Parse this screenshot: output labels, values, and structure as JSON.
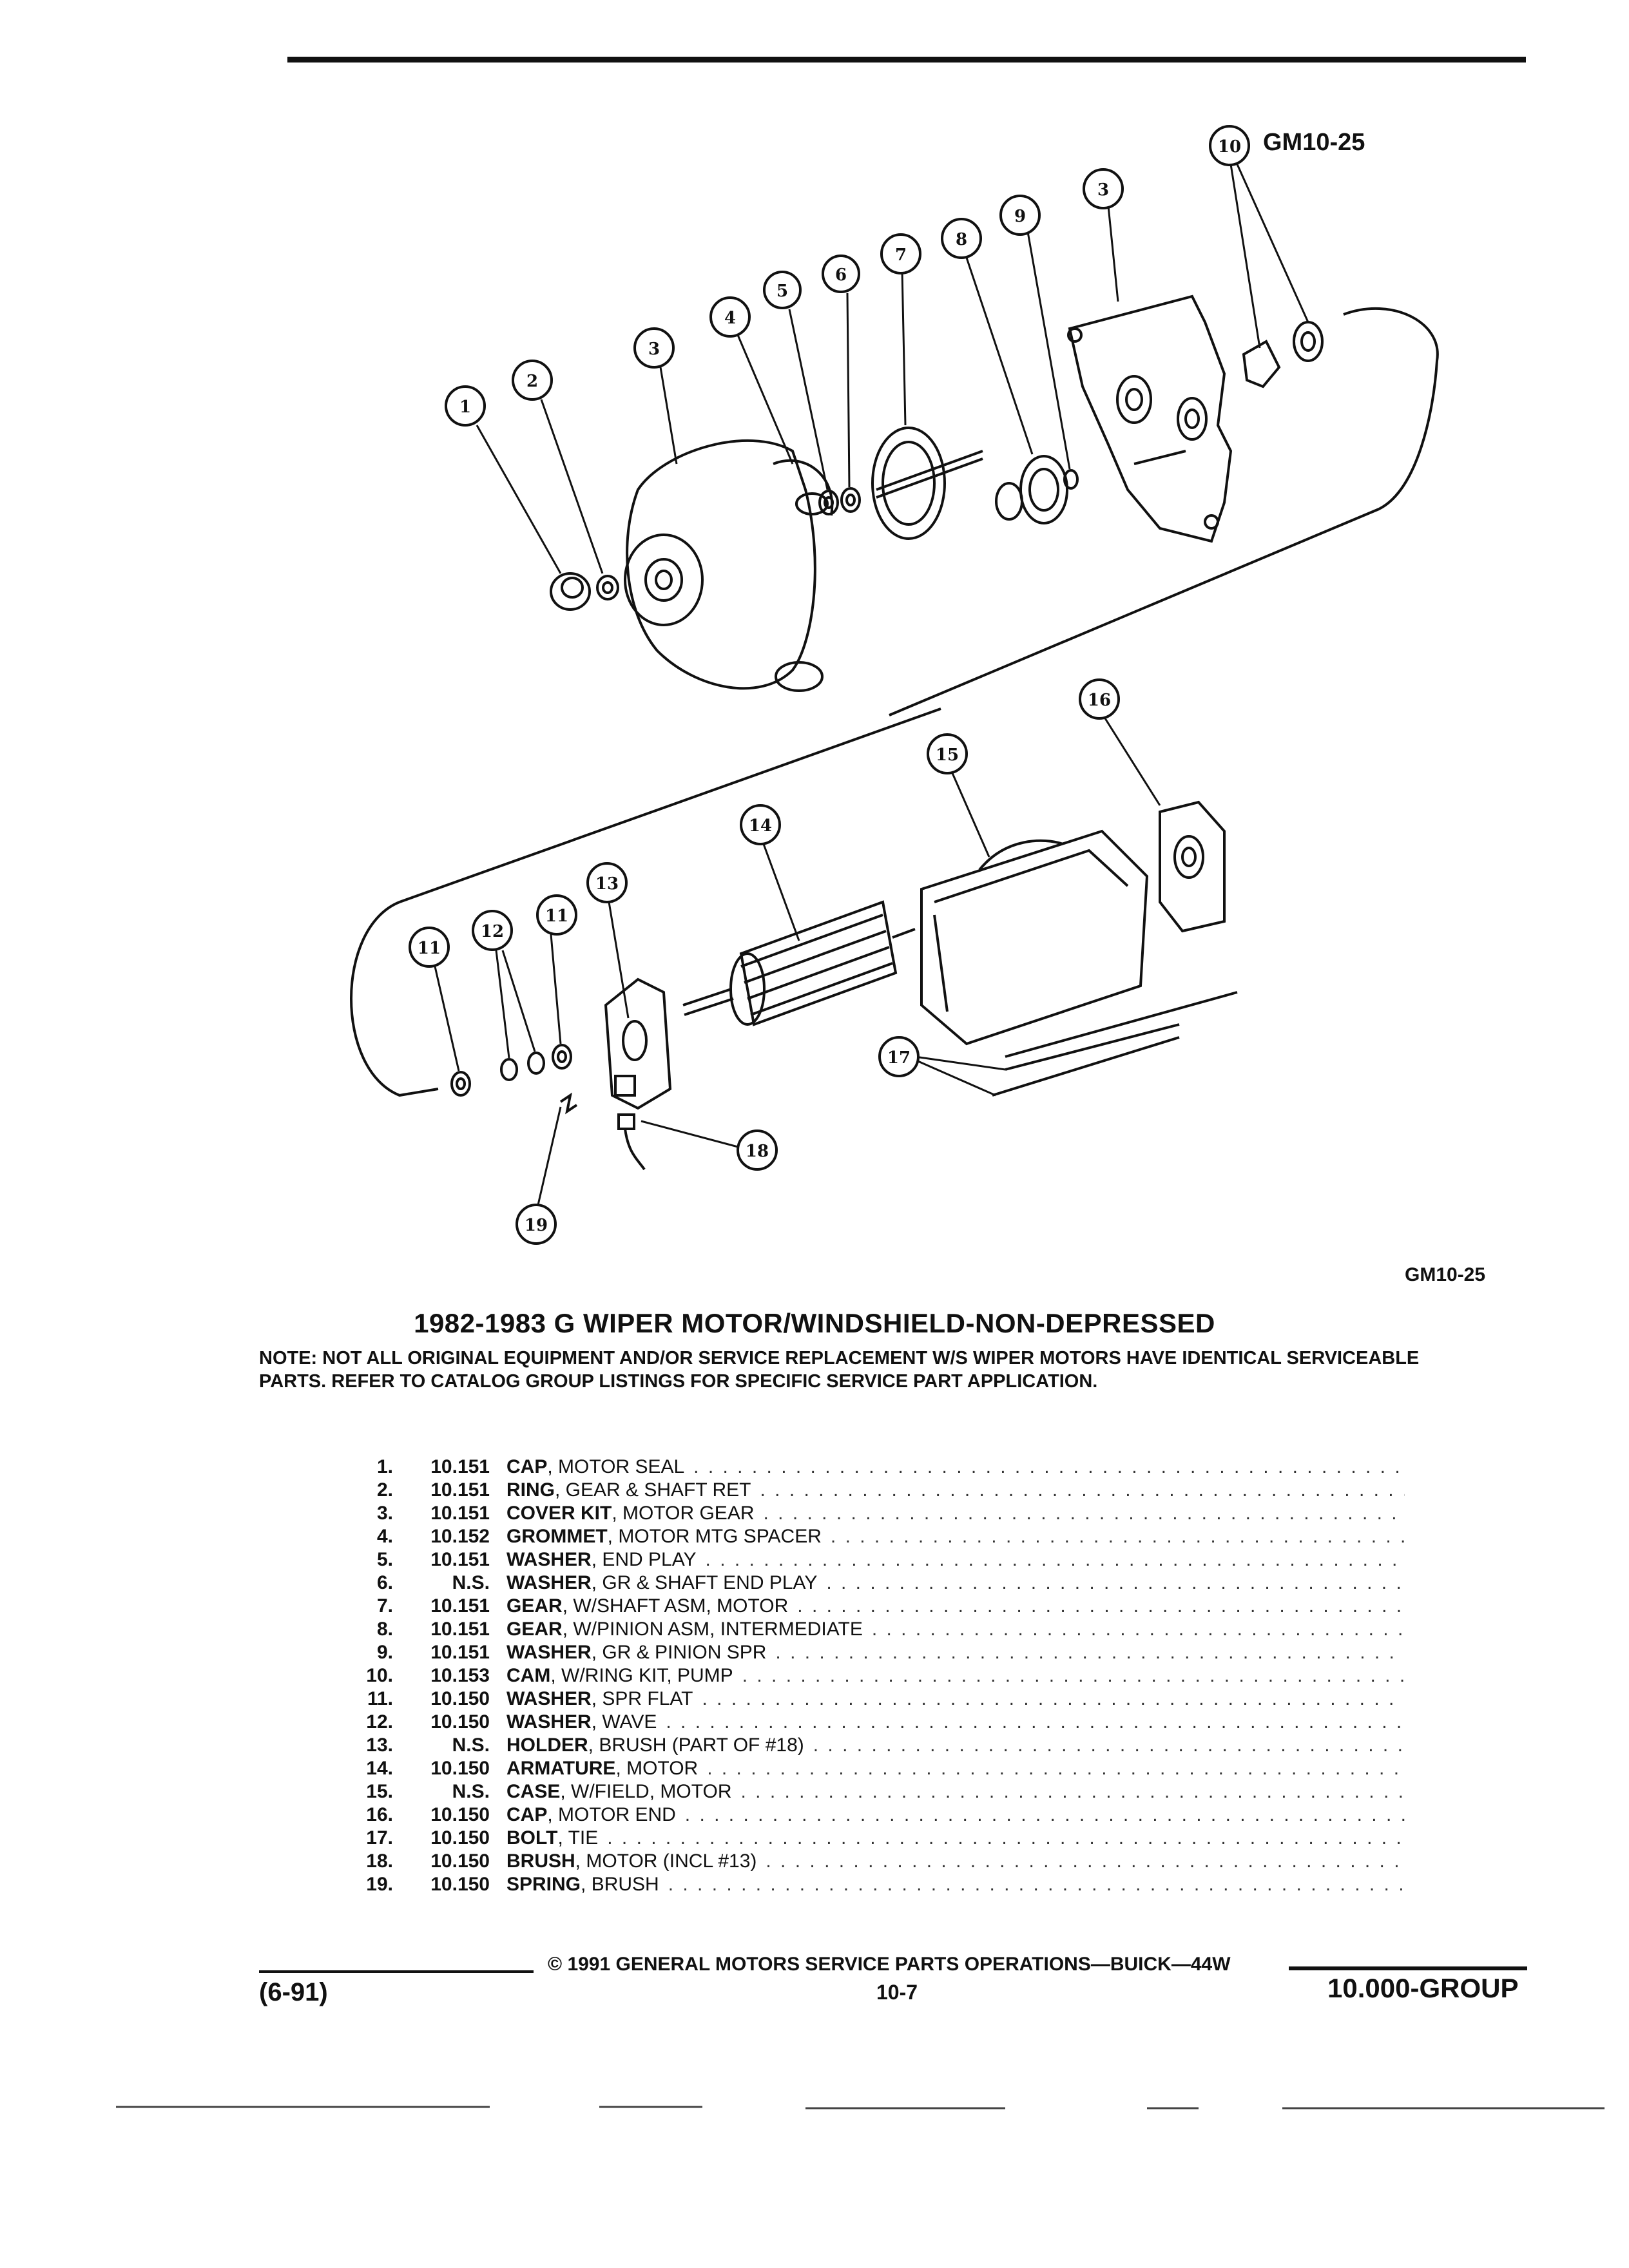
{
  "figure": {
    "code_top": "GM10-25",
    "code_bottom": "GM10-25",
    "callouts": [
      "1",
      "2",
      "3",
      "3",
      "4",
      "5",
      "6",
      "7",
      "8",
      "9",
      "10",
      "11",
      "11",
      "12",
      "13",
      "14",
      "15",
      "16",
      "17",
      "18",
      "19"
    ]
  },
  "title": "1982-1983 G WIPER MOTOR/WINDSHIELD-NON-DEPRESSED",
  "note": "NOTE: NOT ALL ORIGINAL EQUIPMENT AND/OR SERVICE REPLACEMENT W/S WIPER MOTORS HAVE IDENTICAL SERVICEABLE PARTS. REFER TO CATALOG GROUP LISTINGS FOR SPECIFIC SERVICE PART APPLICATION.",
  "parts": [
    {
      "num": "1.",
      "group": "10.151",
      "name": "CAP",
      "desc": ", MOTOR SEAL"
    },
    {
      "num": "2.",
      "group": "10.151",
      "name": "RING",
      "desc": ", GEAR & SHAFT RET"
    },
    {
      "num": "3.",
      "group": "10.151",
      "name": "COVER KIT",
      "desc": ", MOTOR GEAR"
    },
    {
      "num": "4.",
      "group": "10.152",
      "name": "GROMMET",
      "desc": ", MOTOR MTG SPACER"
    },
    {
      "num": "5.",
      "group": "10.151",
      "name": "WASHER",
      "desc": ", END PLAY"
    },
    {
      "num": "6.",
      "group": "N.S.",
      "name": "WASHER",
      "desc": ", GR & SHAFT END PLAY"
    },
    {
      "num": "7.",
      "group": "10.151",
      "name": "GEAR",
      "desc": ", W/SHAFT ASM, MOTOR"
    },
    {
      "num": "8.",
      "group": "10.151",
      "name": "GEAR",
      "desc": ", W/PINION ASM, INTERMEDIATE"
    },
    {
      "num": "9.",
      "group": "10.151",
      "name": "WASHER",
      "desc": ", GR & PINION SPR"
    },
    {
      "num": "10.",
      "group": "10.153",
      "name": "CAM",
      "desc": ", W/RING KIT, PUMP"
    },
    {
      "num": "11.",
      "group": "10.150",
      "name": "WASHER",
      "desc": ", SPR FLAT"
    },
    {
      "num": "12.",
      "group": "10.150",
      "name": "WASHER",
      "desc": ", WAVE"
    },
    {
      "num": "13.",
      "group": "N.S.",
      "name": "HOLDER",
      "desc": ", BRUSH (PART OF #18)"
    },
    {
      "num": "14.",
      "group": "10.150",
      "name": "ARMATURE",
      "desc": ", MOTOR"
    },
    {
      "num": "15.",
      "group": "N.S.",
      "name": "CASE",
      "desc": ", W/FIELD, MOTOR"
    },
    {
      "num": "16.",
      "group": "10.150",
      "name": "CAP",
      "desc": ", MOTOR END"
    },
    {
      "num": "17.",
      "group": "10.150",
      "name": "BOLT",
      "desc": ", TIE"
    },
    {
      "num": "18.",
      "group": "10.150",
      "name": "BRUSH",
      "desc": ", MOTOR (INCL #13)"
    },
    {
      "num": "19.",
      "group": "10.150",
      "name": "SPRING",
      "desc": ", BRUSH"
    }
  ],
  "footer": {
    "copyright": "© 1991 GENERAL MOTORS SERVICE PARTS OPERATIONS—BUICK—44W",
    "date": "(6-91)",
    "page": "10-7",
    "group": "10.000-GROUP"
  }
}
